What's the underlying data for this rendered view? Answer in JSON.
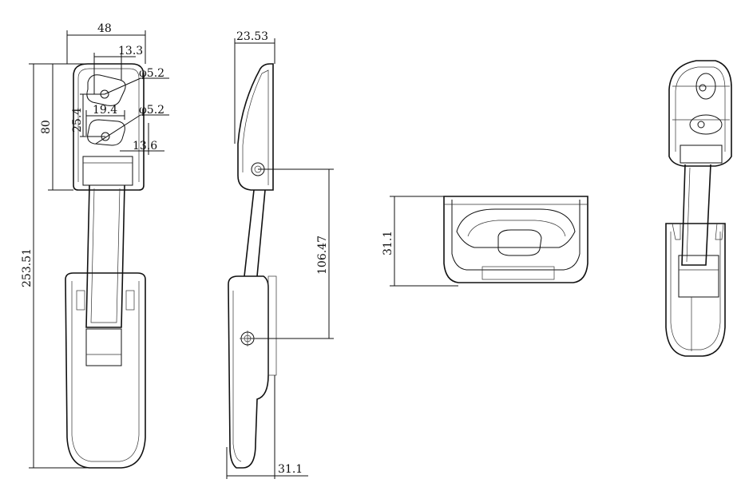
{
  "dimensions": {
    "overall_width": "48",
    "slot_spacing_top": "13.3",
    "hole_diameter_top": "φ5.2",
    "slot_width": "19.4",
    "slot_vertical": "25.4",
    "hole_diameter_bottom": "φ5.2",
    "slot_offset": "13.6",
    "plate_height": "80",
    "overall_length": "253.51",
    "side_top_width": "23.53",
    "pivot_distance": "106.47",
    "side_bottom_width": "31.1",
    "end_view_height": "31.1"
  }
}
